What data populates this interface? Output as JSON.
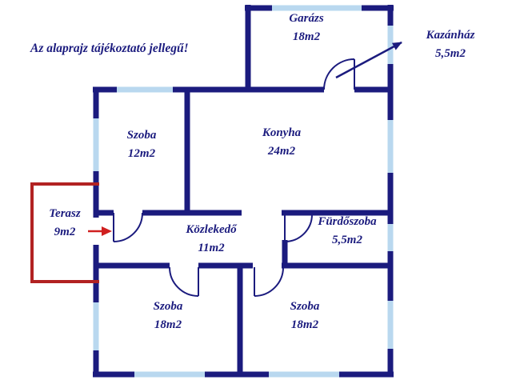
{
  "disclaimer": "Az alaprajz tájékoztató jellegű!",
  "rooms": {
    "garazs": {
      "name": "Garázs",
      "area": "18m2"
    },
    "kazanhaz": {
      "name": "Kazánház",
      "area": "5,5m2"
    },
    "szoba_kis": {
      "name": "Szoba",
      "area": "12m2"
    },
    "konyha": {
      "name": "Konyha",
      "area": "24m2"
    },
    "terasz": {
      "name": "Terasz",
      "area": "9m2"
    },
    "kozlekedo": {
      "name": "Közlekedő",
      "area": "11m2"
    },
    "furdoszoba": {
      "name": "Fürdőszoba",
      "area": "5,5m2"
    },
    "szoba_bal": {
      "name": "Szoba",
      "area": "18m2"
    },
    "szoba_jobb": {
      "name": "Szoba",
      "area": "18m2"
    }
  },
  "colors": {
    "wall": "#1b1b7e",
    "window": "#b9d8ef",
    "terrace_outline": "#b22222",
    "entrance_arrow": "#d02020",
    "text": "#1b1b7e",
    "background": "#ffffff"
  }
}
